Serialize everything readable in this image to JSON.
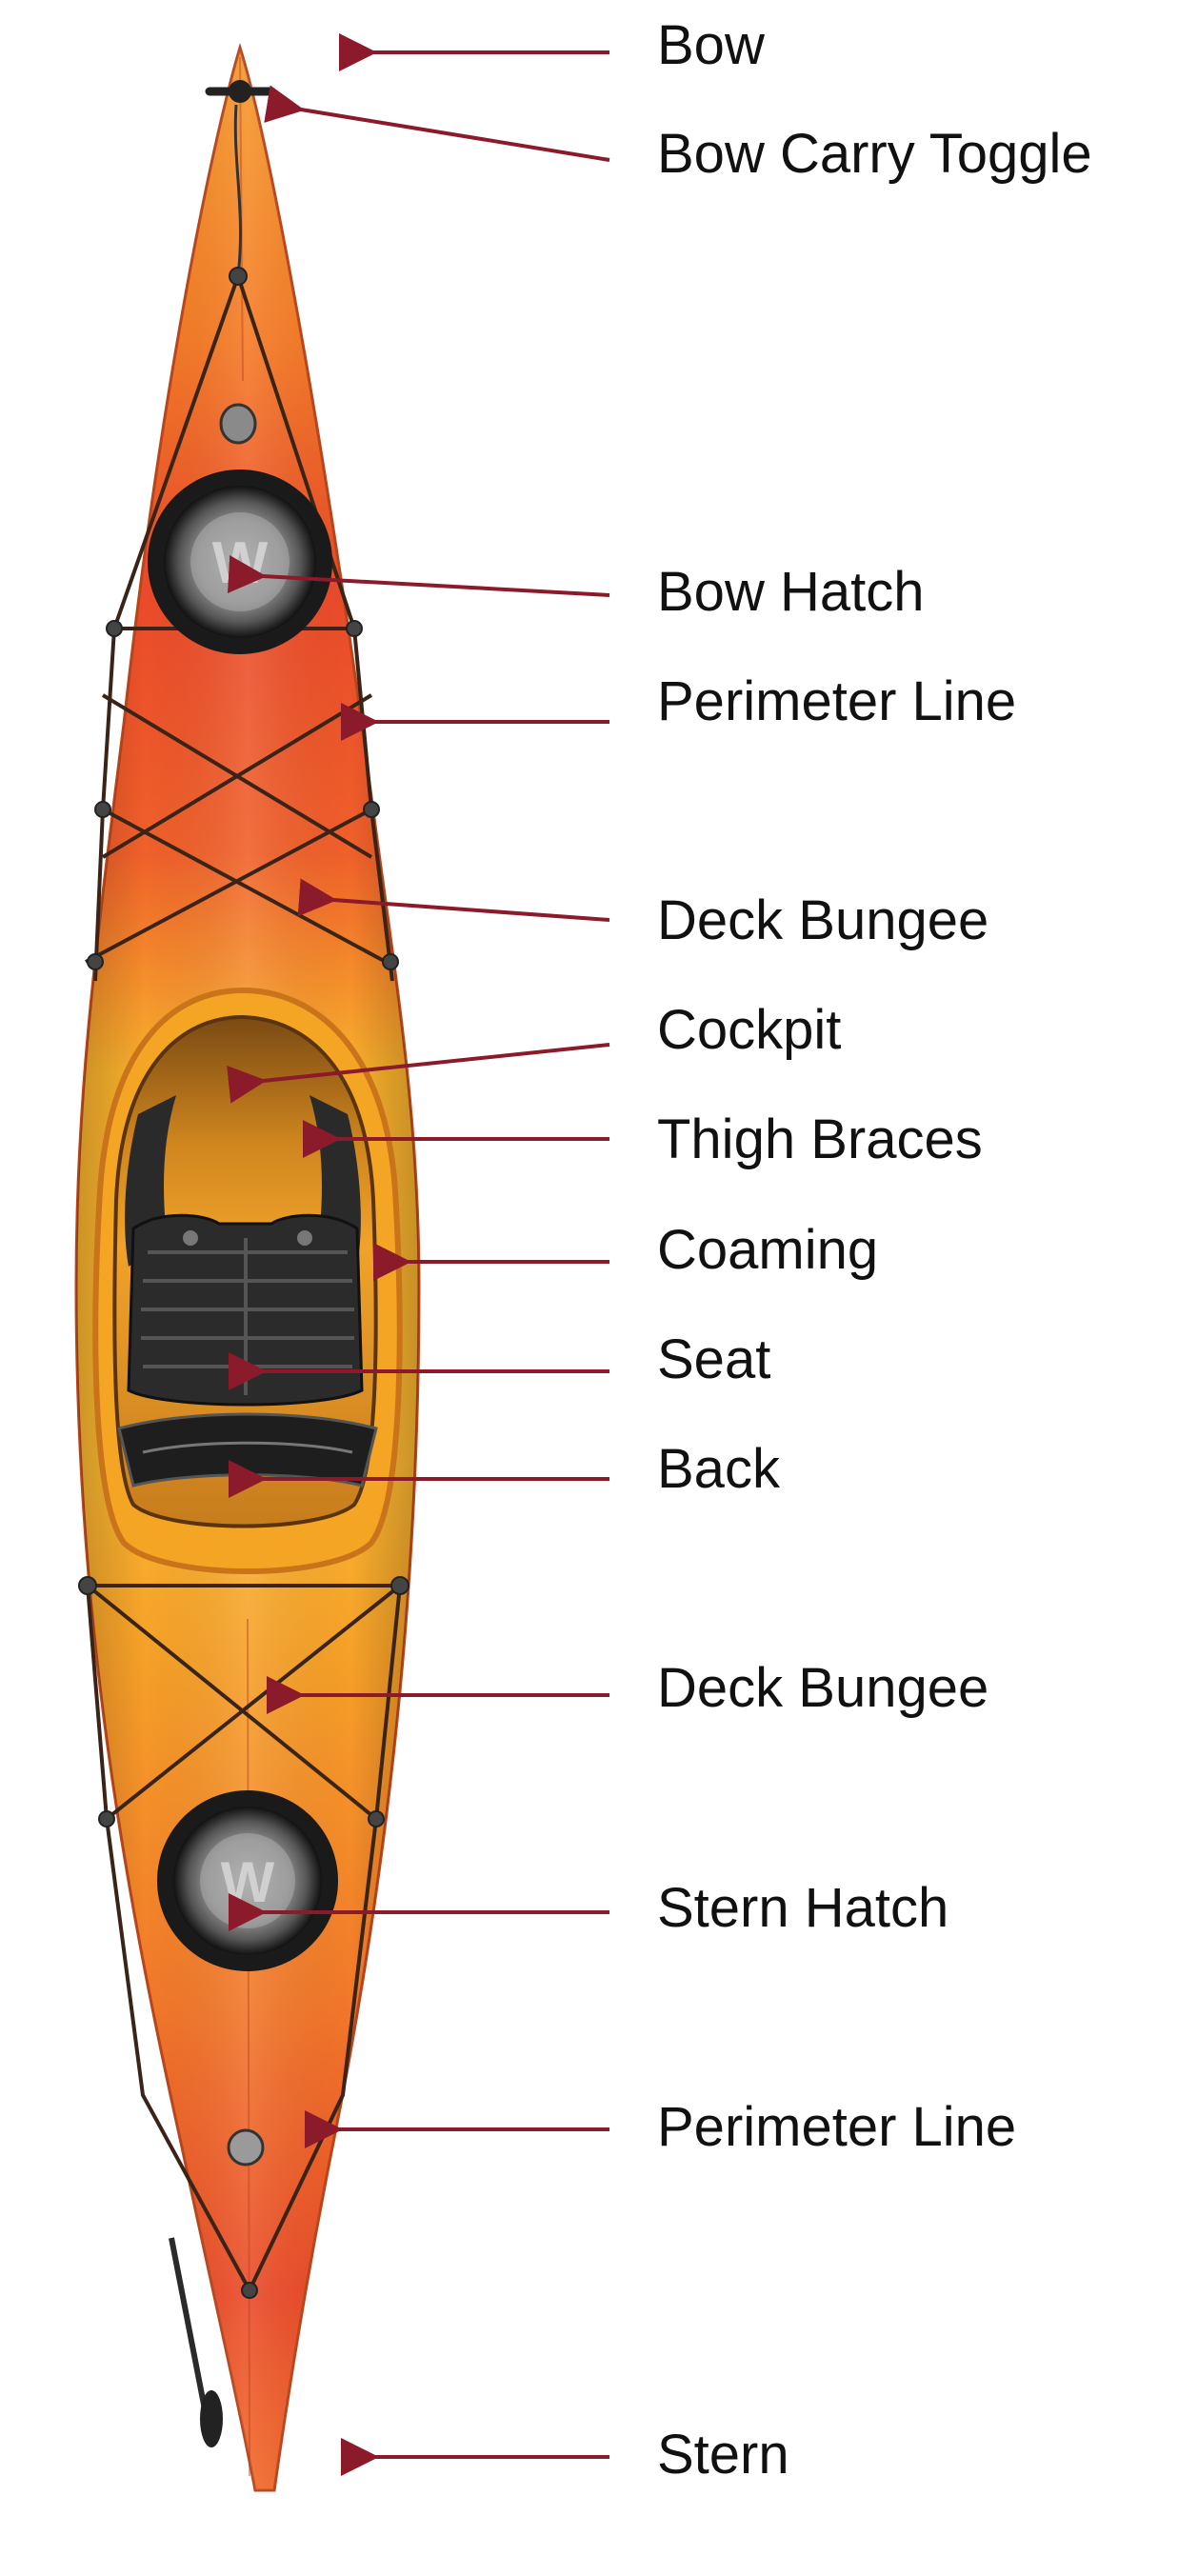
{
  "diagram": {
    "subject": "kayak",
    "labels": [
      {
        "id": "bow",
        "text": "Bow"
      },
      {
        "id": "bow-carry-toggle",
        "text": "Bow Carry Toggle"
      },
      {
        "id": "bow-hatch",
        "text": "Bow Hatch"
      },
      {
        "id": "perimeter-line-bow",
        "text": "Perimeter Line"
      },
      {
        "id": "deck-bungee-bow",
        "text": "Deck Bungee"
      },
      {
        "id": "cockpit",
        "text": "Cockpit"
      },
      {
        "id": "thigh-braces",
        "text": "Thigh Braces"
      },
      {
        "id": "coaming",
        "text": "Coaming"
      },
      {
        "id": "seat",
        "text": "Seat"
      },
      {
        "id": "back",
        "text": "Back"
      },
      {
        "id": "deck-bungee-stern",
        "text": "Deck Bungee"
      },
      {
        "id": "stern-hatch",
        "text": "Stern Hatch"
      },
      {
        "id": "perimeter-line-stern",
        "text": "Perimeter Line"
      },
      {
        "id": "stern",
        "text": "Stern"
      }
    ],
    "hatch_logo": "W",
    "colors": {
      "arrow": "#8b1a2b",
      "hull_orange": "#f58a1f",
      "hull_red": "#e5352a",
      "hull_yellow": "#f8b42a"
    }
  }
}
